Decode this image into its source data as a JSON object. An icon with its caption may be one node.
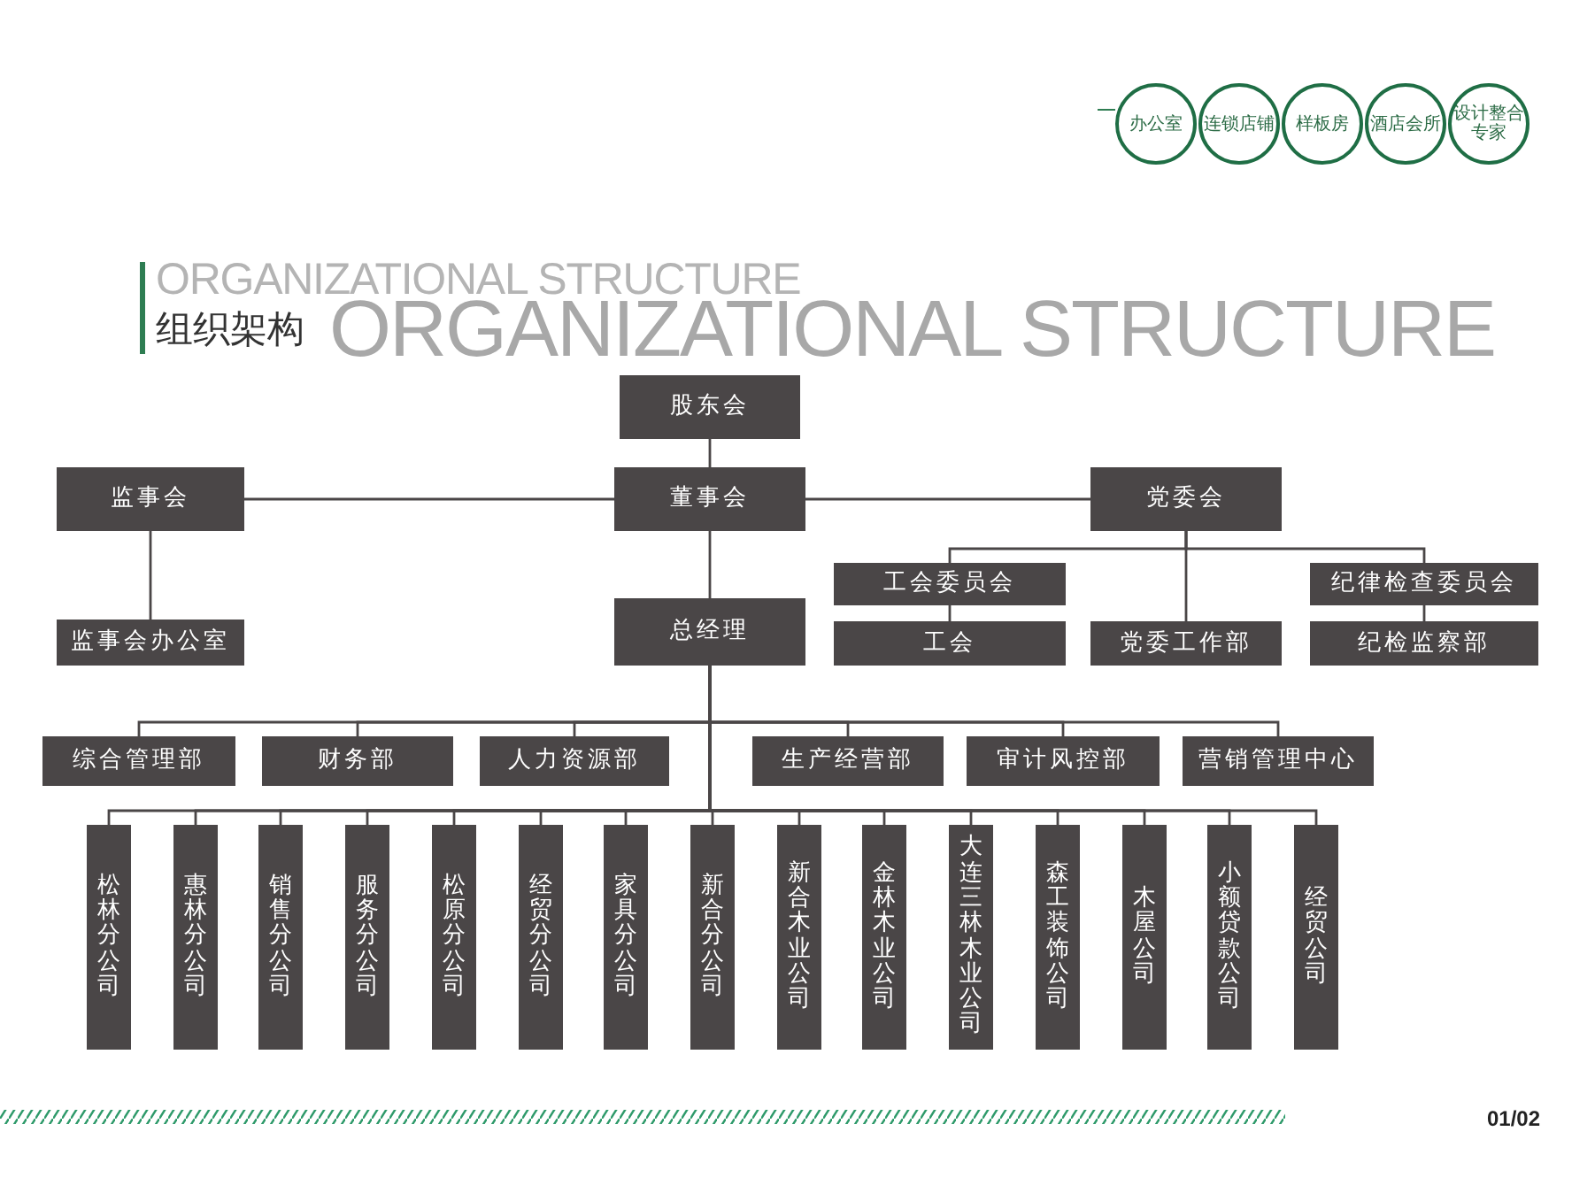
{
  "diagram": {
    "title": "组织架构",
    "nodes": [
      {
        "text": [
          "办公室"
        ]
      },
      {
        "text": [
          "连锁店铺"
        ]
      },
      {
        "text": [
          "样板房"
        ]
      },
      {
        "text": [
          "酒店会所"
        ]
      },
      {
        "text": [
          "设计整合专家"
        ]
      },
      {
        "text": [
          "股东会"
        ]
      },
      {
        "text": [
          "监事会"
        ]
      },
      {
        "text": [
          "董事会"
        ]
      },
      {
        "text": [
          "党委会"
        ]
      },
      {
        "text": [
          "监事会办公室"
        ]
      },
      {
        "text": [
          "工会委员会"
        ]
      },
      {
        "text": [
          "工会"
        ]
      },
      {
        "text": [
          "党委工作部"
        ]
      },
      {
        "text": [
          "纪律检查委员会"
        ]
      },
      {
        "text": [
          "纪检监察部"
        ]
      },
      {
        "text": [
          "总经理"
        ]
      },
      {
        "text": [
          "综合管理部"
        ]
      },
      {
        "text": [
          "财务部"
        ]
      },
      {
        "text": [
          "人力资源部"
        ]
      },
      {
        "text": [
          "生产经营部"
        ]
      },
      {
        "text": [
          "审计风控部"
        ]
      },
      {
        "text": [
          "营销管理中心"
        ]
      },
      {
        "text": [
          "松林分公司"
        ]
      },
      {
        "text": [
          "惠林分公司"
        ]
      },
      {
        "text": [
          "销售分公司"
        ]
      },
      {
        "text": [
          "服务分公司"
        ]
      },
      {
        "text": [
          "松原分公司"
        ]
      },
      {
        "text": [
          "经贸分公司"
        ]
      },
      {
        "text": [
          "家具分公司"
        ]
      },
      {
        "text": [
          "新合分公司"
        ]
      },
      {
        "text": [
          "新合木业公司"
        ]
      },
      {
        "text": [
          "金林木业公司"
        ]
      },
      {
        "text": [
          "大连三林木业公司"
        ]
      },
      {
        "text": [
          "森工装饰公司"
        ]
      },
      {
        "text": [
          "木屋公司"
        ]
      },
      {
        "text": [
          "小额贷款公司"
        ]
      },
      {
        "text": [
          "经贸公司"
        ]
      }
    ],
    "edges": [
      {
        "from": 5,
        "to": 7,
        "arrow": "none"
      },
      {
        "from": 7,
        "to": 6,
        "arrow": "none"
      },
      {
        "from": 7,
        "to": 8,
        "arrow": "none"
      },
      {
        "from": 6,
        "to": 9,
        "arrow": "none"
      },
      {
        "from": 8,
        "to": 10,
        "arrow": "none"
      },
      {
        "from": 8,
        "to": 12,
        "arrow": "none"
      },
      {
        "from": 8,
        "to": 13,
        "arrow": "none"
      },
      {
        "from": 10,
        "to": 11,
        "arrow": "none"
      },
      {
        "from": 13,
        "to": 14,
        "arrow": "none"
      },
      {
        "from": 7,
        "to": 15,
        "arrow": "none"
      },
      {
        "from": 15,
        "to": 16,
        "arrow": "none"
      },
      {
        "from": 15,
        "to": 17,
        "arrow": "none"
      },
      {
        "from": 15,
        "to": 18,
        "arrow": "none"
      },
      {
        "from": 15,
        "to": 19,
        "arrow": "none"
      },
      {
        "from": 15,
        "to": 20,
        "arrow": "none"
      },
      {
        "from": 15,
        "to": 21,
        "arrow": "none"
      },
      {
        "from": 15,
        "to": 22,
        "arrow": "none"
      },
      {
        "from": 15,
        "to": 23,
        "arrow": "none"
      },
      {
        "from": 15,
        "to": 24,
        "arrow": "none"
      },
      {
        "from": 15,
        "to": 25,
        "arrow": "none"
      },
      {
        "from": 15,
        "to": 26,
        "arrow": "none"
      },
      {
        "from": 15,
        "to": 27,
        "arrow": "none"
      },
      {
        "from": 15,
        "to": 28,
        "arrow": "none"
      },
      {
        "from": 15,
        "to": 29,
        "arrow": "none"
      },
      {
        "from": 15,
        "to": 30,
        "arrow": "none"
      },
      {
        "from": 15,
        "to": 31,
        "arrow": "none"
      },
      {
        "from": 15,
        "to": 32,
        "arrow": "none"
      },
      {
        "from": 15,
        "to": 33,
        "arrow": "none"
      },
      {
        "from": 15,
        "to": 34,
        "arrow": "none"
      },
      {
        "from": 15,
        "to": 35,
        "arrow": "none"
      },
      {
        "from": 15,
        "to": 36,
        "arrow": "none"
      }
    ],
    "labels": [
      "ORGANIZATIONAL STRUCTURE",
      "ORGANIZATIONAL STRUCTURE",
      "01/02"
    ]
  }
}
